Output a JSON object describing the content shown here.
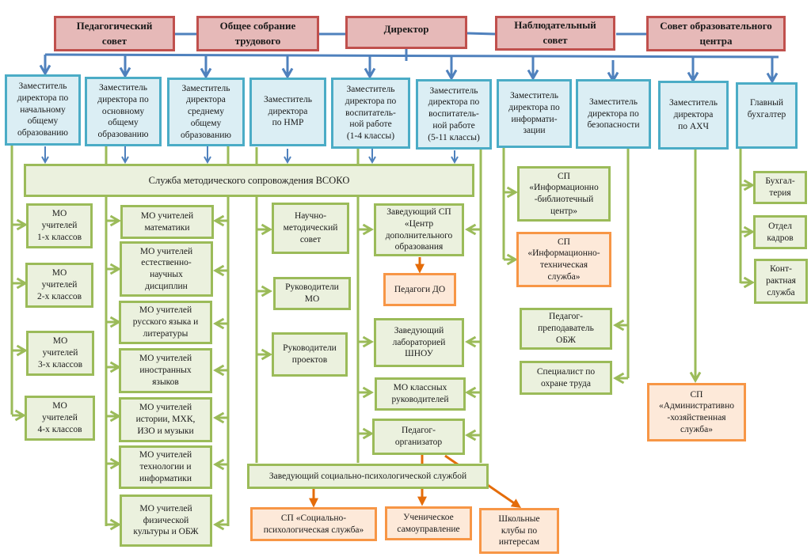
{
  "colors": {
    "governance_fill": "#e6b9b8",
    "governance_border": "#c0504d",
    "deputy_fill": "#dbeef4",
    "deputy_border": "#4bacc6",
    "unit_fill": "#ebf1de",
    "unit_border": "#9bbb59",
    "service_fill": "#fde9d9",
    "service_border": "#f79646",
    "blue_connector": "#4f81bd",
    "green_connector": "#9bbb59",
    "orange_connector": "#e46c0a"
  },
  "governance": [
    {
      "id": "ped-sovet",
      "label": "Педагогический\nсовет"
    },
    {
      "id": "obshchee-sobranie",
      "label": "Общее собрание\nтрудового"
    },
    {
      "id": "direktor",
      "label": "Директор"
    },
    {
      "id": "nabl-sovet",
      "label": "Наблюдательный\nсовет"
    },
    {
      "id": "sovet-centra",
      "label": "Совет образовательного\nцентра"
    }
  ],
  "deputies": [
    {
      "id": "zam-nachalnoe",
      "label": "Заместитель\nдиректора по\nначальному\nобщему\nобразованию"
    },
    {
      "id": "zam-osnovnoe",
      "label": "Заместитель\nдиректора по\nосновному\nобщему\nобразованию"
    },
    {
      "id": "zam-srednee",
      "label": "Заместитель\nдиректора\nсреднему\nобщему\nобразованию"
    },
    {
      "id": "zam-nmr",
      "label": "Заместитель\nдиректора\nпо НМР"
    },
    {
      "id": "zam-vr-1-4",
      "label": "Заместитель\nдиректора по\nвоспитатель-\nной работе\n(1-4 классы)"
    },
    {
      "id": "zam-vr-5-11",
      "label": "Заместитель\nдиректора по\nвоспитатель-\nной работе\n(5-11 классы)"
    },
    {
      "id": "zam-inform",
      "label": "Заместитель\nдиректора по\nинформати-\nзации"
    },
    {
      "id": "zam-bezop",
      "label": "Заместитель\nдиректора по\nбезопасности"
    },
    {
      "id": "zam-ahch",
      "label": "Заместитель\nдиректора\nпо АХЧ"
    },
    {
      "id": "glav-buh",
      "label": "Главный\nбухгалтер"
    }
  ],
  "vsoko": {
    "label": "Служба методического сопровождения ВСОКО"
  },
  "primary_mo": [
    {
      "label": "МО\nучителей\n1-х классов"
    },
    {
      "label": "МО\nучителей\n2-х классов"
    },
    {
      "label": "МО\nучителей\n3-х классов"
    },
    {
      "label": "МО\nучителей\n4-х классов"
    }
  ],
  "subject_mo": [
    {
      "label": "МО учителей\nматематики"
    },
    {
      "label": "МО учителей\nестественно-\nнаучных\nдисциплин"
    },
    {
      "label": "МО учителей\nрусского языка и\nлитературы"
    },
    {
      "label": "МО учителей\nиностранных\nязыков"
    },
    {
      "label": "МО учителей\nистории, МХК,\nИЗО и музыки"
    },
    {
      "label": "МО учителей\nтехнологии и\nинформатики"
    },
    {
      "label": "МО учителей\nфизической\nкультуры и ОБЖ"
    }
  ],
  "nmr_units": [
    {
      "label": "Научно-\nметодический\nсовет"
    },
    {
      "label": "Руководители\nМО"
    },
    {
      "label": "Руководители\nпроектов"
    }
  ],
  "vr_units": [
    {
      "label": "Заведующий СП\n«Центр\nдополнительного\nобразования"
    },
    {
      "label": "Заведующий\nлабораторией\nШНОУ"
    },
    {
      "label": "МО классных\nруководителей"
    },
    {
      "label": "Педагог-\nорганизатор"
    }
  ],
  "pedagogi_do": {
    "label": "Педагоги ДО"
  },
  "social_psych_head": {
    "label": "Заведующий социально-психологической службой"
  },
  "social_services": [
    {
      "label": "СП «Социально-\nпсихологическая служба»"
    },
    {
      "label": "Ученическое\nсамоуправление"
    },
    {
      "label": "Школьные\nклубы по\nинтересам"
    }
  ],
  "inform_units": [
    {
      "label": "СП\n«Информационно\n-библиотечный\nцентр»"
    },
    {
      "label": "СП\n«Информационно-\nтехническая\nслужба»"
    }
  ],
  "safety_units": [
    {
      "label": "Педагог-\nпреподаватель\nОБЖ"
    },
    {
      "label": "Специалист по\nохране труда"
    }
  ],
  "ahch_unit": {
    "label": "СП\n«Административно\n-хозяйственная\nслужба»"
  },
  "accounting_units": [
    {
      "label": "Бухгал-\nтерия"
    },
    {
      "label": "Отдел\nкадров"
    },
    {
      "label": "Конт-\nрактная\nслужба"
    }
  ]
}
